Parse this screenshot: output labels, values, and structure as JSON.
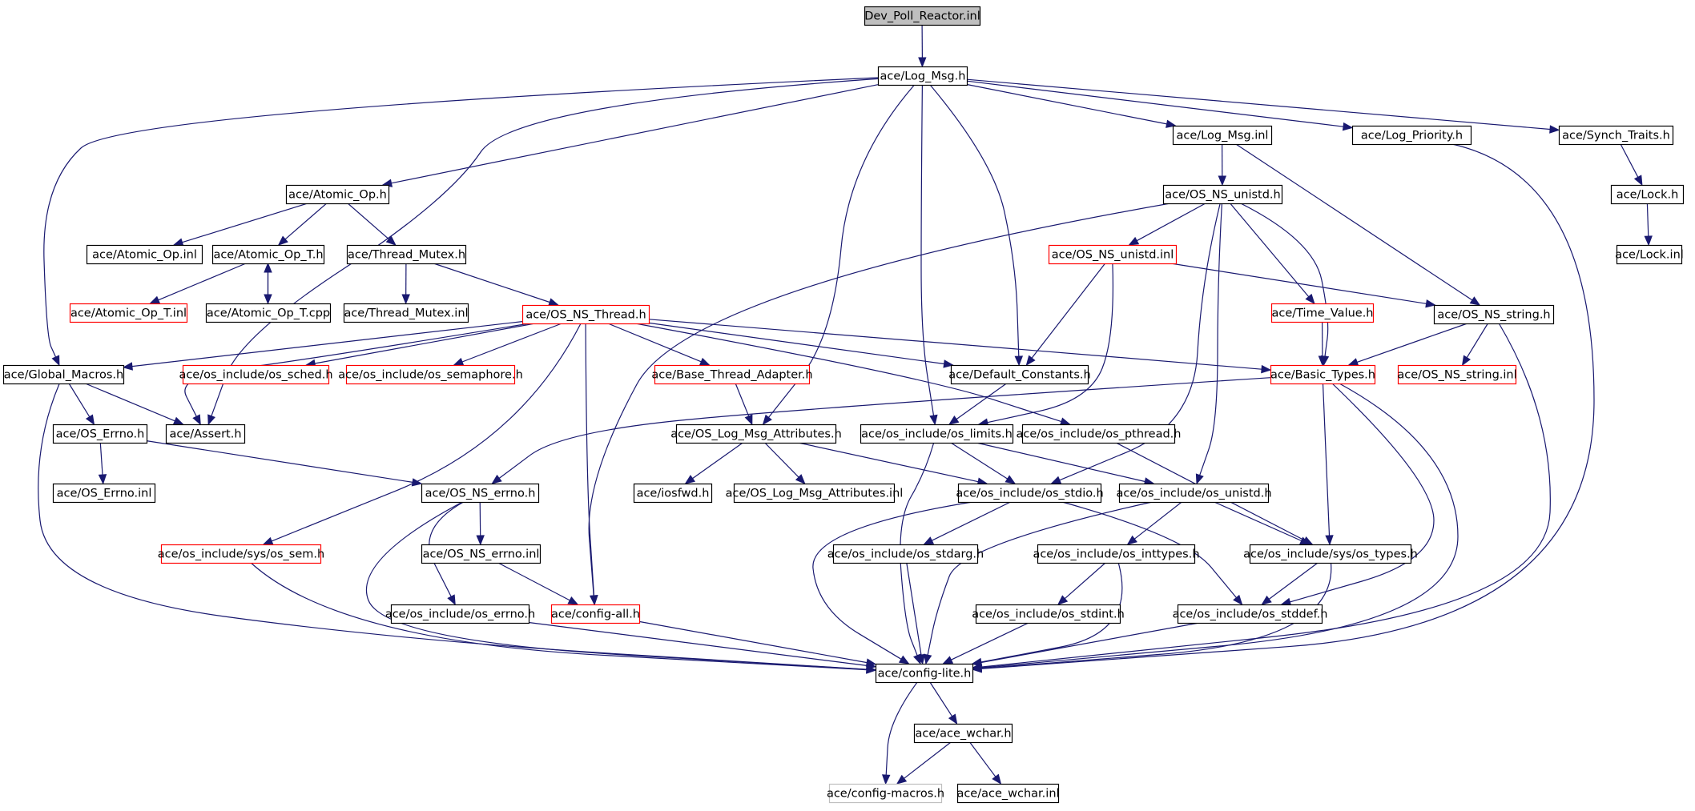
{
  "graph": {
    "title": "Dev_Poll_Reactor.inl",
    "colors": {
      "edge": "#191970",
      "truncated_border": "#ff0000",
      "root_fill": "#bfbfbf",
      "ghost_border": "#bfbfbf"
    },
    "nodes": [
      {
        "id": "dev_poll_reactor_inl",
        "label": "Dev_Poll_Reactor.inl",
        "style": "root"
      },
      {
        "id": "log_msg_h",
        "label": "ace/Log_Msg.h",
        "style": "normal"
      },
      {
        "id": "atomic_op_h",
        "label": "ace/Atomic_Op.h",
        "style": "normal"
      },
      {
        "id": "log_msg_inl",
        "label": "ace/Log_Msg.inl",
        "style": "normal"
      },
      {
        "id": "log_priority_h",
        "label": "ace/Log_Priority.h",
        "style": "normal"
      },
      {
        "id": "synch_traits_h",
        "label": "ace/Synch_Traits.h",
        "style": "normal"
      },
      {
        "id": "atomic_op_inl",
        "label": "ace/Atomic_Op.inl",
        "style": "normal"
      },
      {
        "id": "atomic_op_t_h",
        "label": "ace/Atomic_Op_T.h",
        "style": "normal"
      },
      {
        "id": "thread_mutex_h",
        "label": "ace/Thread_Mutex.h",
        "style": "normal"
      },
      {
        "id": "os_ns_unistd_h",
        "label": "ace/OS_NS_unistd.h",
        "style": "normal"
      },
      {
        "id": "lock_h",
        "label": "ace/Lock.h",
        "style": "normal"
      },
      {
        "id": "atomic_op_t_inl",
        "label": "ace/Atomic_Op_T.inl",
        "style": "truncated"
      },
      {
        "id": "atomic_op_t_cpp",
        "label": "ace/Atomic_Op_T.cpp",
        "style": "normal"
      },
      {
        "id": "thread_mutex_inl",
        "label": "ace/Thread_Mutex.inl",
        "style": "normal"
      },
      {
        "id": "os_ns_thread_h",
        "label": "ace/OS_NS_Thread.h",
        "style": "truncated"
      },
      {
        "id": "os_ns_unistd_inl",
        "label": "ace/OS_NS_unistd.inl",
        "style": "truncated"
      },
      {
        "id": "time_value_h",
        "label": "ace/Time_Value.h",
        "style": "truncated"
      },
      {
        "id": "os_ns_string_h",
        "label": "ace/OS_NS_string.h",
        "style": "normal"
      },
      {
        "id": "lock_inl",
        "label": "ace/Lock.inl",
        "style": "normal"
      },
      {
        "id": "global_macros_h",
        "label": "ace/Global_Macros.h",
        "style": "normal"
      },
      {
        "id": "os_sched_h",
        "label": "ace/os_include/os_sched.h",
        "style": "truncated"
      },
      {
        "id": "os_semaphore_h",
        "label": "ace/os_include/os_semaphore.h",
        "style": "truncated"
      },
      {
        "id": "base_thread_adapter_h",
        "label": "ace/Base_Thread_Adapter.h",
        "style": "truncated"
      },
      {
        "id": "default_constants_h",
        "label": "ace/Default_Constants.h",
        "style": "normal"
      },
      {
        "id": "basic_types_h",
        "label": "ace/Basic_Types.h",
        "style": "truncated"
      },
      {
        "id": "os_ns_string_inl",
        "label": "ace/OS_NS_string.inl",
        "style": "truncated"
      },
      {
        "id": "os_errno_h",
        "label": "ace/OS_Errno.h",
        "style": "normal"
      },
      {
        "id": "assert_h",
        "label": "ace/Assert.h",
        "style": "normal"
      },
      {
        "id": "os_log_msg_attributes_h",
        "label": "ace/OS_Log_Msg_Attributes.h",
        "style": "normal"
      },
      {
        "id": "os_limits_h",
        "label": "ace/os_include/os_limits.h",
        "style": "normal"
      },
      {
        "id": "os_pthread_h",
        "label": "ace/os_include/os_pthread.h",
        "style": "normal"
      },
      {
        "id": "os_errno_inl",
        "label": "ace/OS_Errno.inl",
        "style": "normal"
      },
      {
        "id": "os_ns_errno_h",
        "label": "ace/OS_NS_errno.h",
        "style": "normal"
      },
      {
        "id": "iosfwd_h",
        "label": "ace/iosfwd.h",
        "style": "normal"
      },
      {
        "id": "os_log_msg_attributes_inl",
        "label": "ace/OS_Log_Msg_Attributes.inl",
        "style": "normal"
      },
      {
        "id": "os_stdio_h",
        "label": "ace/os_include/os_stdio.h",
        "style": "normal"
      },
      {
        "id": "os_unistd_h",
        "label": "ace/os_include/os_unistd.h",
        "style": "normal"
      },
      {
        "id": "sys_os_sem_h",
        "label": "ace/os_include/sys/os_sem.h",
        "style": "truncated"
      },
      {
        "id": "os_ns_errno_inl",
        "label": "ace/OS_NS_errno.inl",
        "style": "normal"
      },
      {
        "id": "os_stdarg_h",
        "label": "ace/os_include/os_stdarg.h",
        "style": "normal"
      },
      {
        "id": "os_inttypes_h",
        "label": "ace/os_include/os_inttypes.h",
        "style": "normal"
      },
      {
        "id": "sys_os_types_h",
        "label": "ace/os_include/sys/os_types.h",
        "style": "normal"
      },
      {
        "id": "os_errno_inc_h",
        "label": "ace/os_include/os_errno.h",
        "style": "normal"
      },
      {
        "id": "config_all_h",
        "label": "ace/config-all.h",
        "style": "truncated"
      },
      {
        "id": "os_stdint_h",
        "label": "ace/os_include/os_stdint.h",
        "style": "normal"
      },
      {
        "id": "os_stddef_h",
        "label": "ace/os_include/os_stddef.h",
        "style": "normal"
      },
      {
        "id": "config_lite_h",
        "label": "ace/config-lite.h",
        "style": "normal"
      },
      {
        "id": "ace_wchar_h",
        "label": "ace/ace_wchar.h",
        "style": "normal"
      },
      {
        "id": "config_macros_h",
        "label": "ace/config-macros.h",
        "style": "ghost"
      },
      {
        "id": "ace_wchar_inl",
        "label": "ace/ace_wchar.inl",
        "style": "normal"
      }
    ]
  }
}
